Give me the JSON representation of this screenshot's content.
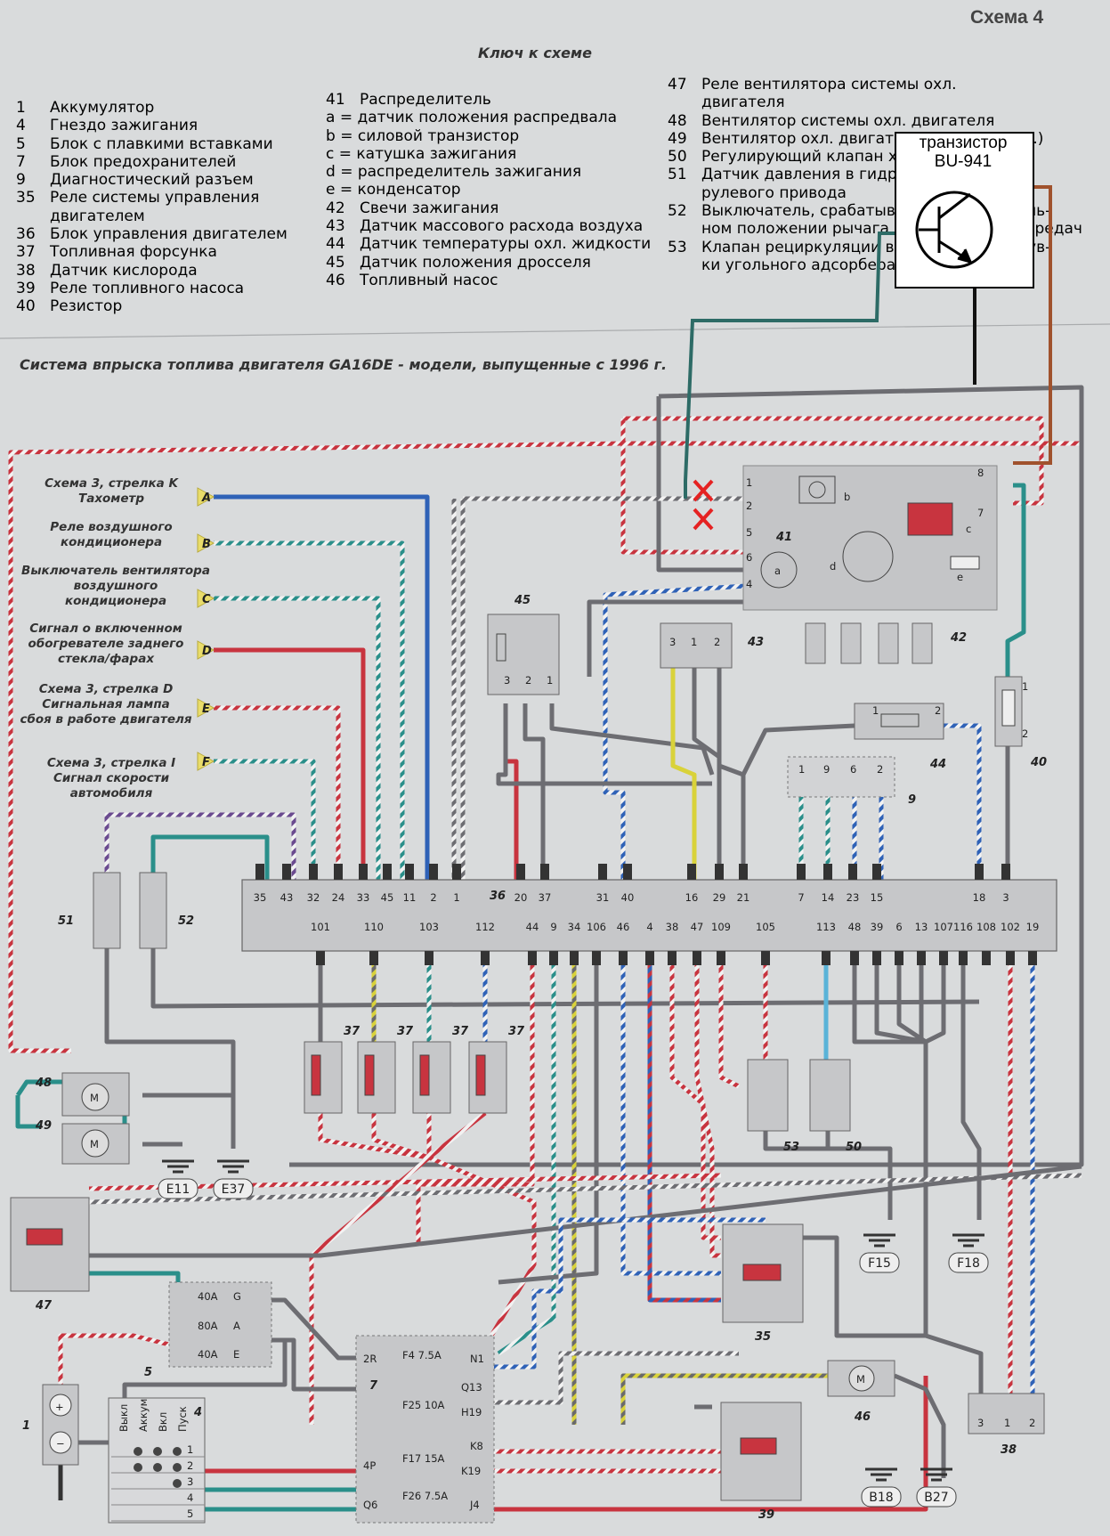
{
  "header": {
    "scheme_title": "Схема 4",
    "key_title": "Ключ к схеме",
    "diagram_title": "Система впрыска топлива двигателя GA16DE - модели, выпущенные с 1996 г."
  },
  "legend_col1": [
    {
      "n": "1",
      "t": "Аккумулятор"
    },
    {
      "n": "4",
      "t": "Гнездо зажигания"
    },
    {
      "n": "5",
      "t": "Блок с плавкими вставками"
    },
    {
      "n": "7",
      "t": "Блок предохранителей"
    },
    {
      "n": "9",
      "t": "Диагностический разъем"
    },
    {
      "n": "35",
      "t": "Реле   системы   управления"
    },
    {
      "n": "",
      "t": "двигателем"
    },
    {
      "n": "36",
      "t": "Блок управления двигателем"
    },
    {
      "n": "37",
      "t": "Топливная форсунка"
    },
    {
      "n": "38",
      "t": "Датчик кислорода"
    },
    {
      "n": "39",
      "t": "Реле топливного насоса"
    },
    {
      "n": "40",
      "t": "Резистор"
    }
  ],
  "legend_col2": [
    {
      "n": "41",
      "t": "Распределитель"
    },
    {
      "n": "",
      "t": "a = датчик положения распредвала"
    },
    {
      "n": "",
      "t": "b = силовой транзистор"
    },
    {
      "n": "",
      "t": "c = катушка зажигания"
    },
    {
      "n": "",
      "t": "d = распределитель зажигания"
    },
    {
      "n": "",
      "t": "e = конденсатор"
    },
    {
      "n": "42",
      "t": "Свечи зажигания"
    },
    {
      "n": "43",
      "t": "Датчик массового расхода воздуха"
    },
    {
      "n": "44",
      "t": "Датчик температуры охл. жидкости"
    },
    {
      "n": "45",
      "t": "Датчик положения дросселя"
    },
    {
      "n": "46",
      "t": "Топливный насос"
    }
  ],
  "legend_col3": [
    {
      "n": "47",
      "t": "Реле вентилятора системы охл."
    },
    {
      "n": "",
      "t": "двигателя"
    },
    {
      "n": "48",
      "t": "Вентилятор системы охл. двигателя"
    },
    {
      "n": "49",
      "t": "Вентилятор охл. двигателя (возд.кондиц.)"
    },
    {
      "n": "50",
      "t": "Регулирующий клапан холостого хода"
    },
    {
      "n": "51",
      "t": "Датчик давления в гидроусилителе"
    },
    {
      "n": "",
      "t": "рулевого привода"
    },
    {
      "n": "52",
      "t": "Выключатель, срабатывающий в нейтраль-"
    },
    {
      "n": "",
      "t": "ном положении рычага переключения передач"
    },
    {
      "n": "53",
      "t": "Клапан рециркуляции воздуха для продув-"
    },
    {
      "n": "",
      "t": "ки угольного адсорбера"
    }
  ],
  "transistor": {
    "line1": "транзистор",
    "line2": "BU-941"
  },
  "signals": [
    {
      "letter": "A",
      "l1": "Схема 3, стрелка K",
      "l2": "Тахометр",
      "l3": ""
    },
    {
      "letter": "B",
      "l1": "Реле воздушного",
      "l2": "кондиционера",
      "l3": ""
    },
    {
      "letter": "C",
      "l1": "Выключатель вентилятора",
      "l2": "воздушного",
      "l3": "кондиционера"
    },
    {
      "letter": "D",
      "l1": "Сигнал о включенном",
      "l2": "обогревателе заднего",
      "l3": "стекла/фарах"
    },
    {
      "letter": "E",
      "l1": "Схема 3, стрелка D",
      "l2": "Сигнальная лампа",
      "l3": "сбоя в работе двигателя"
    },
    {
      "letter": "F",
      "l1": "Схема 3, стрелка I",
      "l2": "Сигнал скорости",
      "l3": "автомобиля"
    }
  ],
  "ecu": {
    "number": "36",
    "top_pins": [
      "35",
      "43",
      "32",
      "24",
      "33",
      "45",
      "11",
      "2",
      "1",
      "20",
      "37",
      "31",
      "40",
      "16",
      "29",
      "21",
      "7",
      "14",
      "23",
      "15",
      "18",
      "3"
    ],
    "bottom_pins": [
      "101",
      "110",
      "103",
      "112",
      "44",
      "9",
      "34",
      "106",
      "46",
      "4",
      "38",
      "47",
      "109",
      "105",
      "113",
      "48",
      "39",
      "6",
      "13",
      "107",
      "116",
      "108",
      "102",
      "19"
    ]
  },
  "components": {
    "c41": "41",
    "c45": "45",
    "c43": "43",
    "c42": "42",
    "c44": "44",
    "c9": "9",
    "c40": "40",
    "c51": "51",
    "c52": "52",
    "c37": "37",
    "c53": "53",
    "c50": "50",
    "c48": "48",
    "c49": "49",
    "c47": "47",
    "c35": "35",
    "c5": "5",
    "c1": "1",
    "c4": "4",
    "c7": "7",
    "c46": "46",
    "c39": "39",
    "c38": "38",
    "dist_a": "a",
    "dist_b": "b",
    "dist_c": "c",
    "dist_d": "d",
    "dist_e": "e"
  },
  "grounds": [
    "E11",
    "E37",
    "F15",
    "F18",
    "B18",
    "B27"
  ],
  "fuses_block5": [
    {
      "rating": "40A",
      "id": "G"
    },
    {
      "rating": "80A",
      "id": "A"
    },
    {
      "rating": "40A",
      "id": "E"
    }
  ],
  "fuses_block7": [
    {
      "in": "2R",
      "name": "F4 7.5A",
      "out": "N1"
    },
    {
      "in": "",
      "name": "F25 10A",
      "out": "H19",
      "extra": "Q13"
    },
    {
      "in": "4P",
      "name": "F17 15A",
      "out": "K19",
      "extra": "K8"
    },
    {
      "in": "Q6",
      "name": "F26 7.5A",
      "out": "J4"
    }
  ],
  "ignition_table": {
    "headers": [
      "Выкл",
      "Аккум",
      "Вкл",
      "Пуск"
    ],
    "rows": [
      "1",
      "2",
      "3",
      "4",
      "5"
    ]
  },
  "colors": {
    "red": "#c8343f",
    "blue": "#2f62b7",
    "green": "#2a8f8a",
    "yellow": "#d9d23a",
    "grey": "#6d6d72",
    "brown": "#a0522d",
    "teal": "#2d6b66",
    "marker": "#e52222"
  }
}
